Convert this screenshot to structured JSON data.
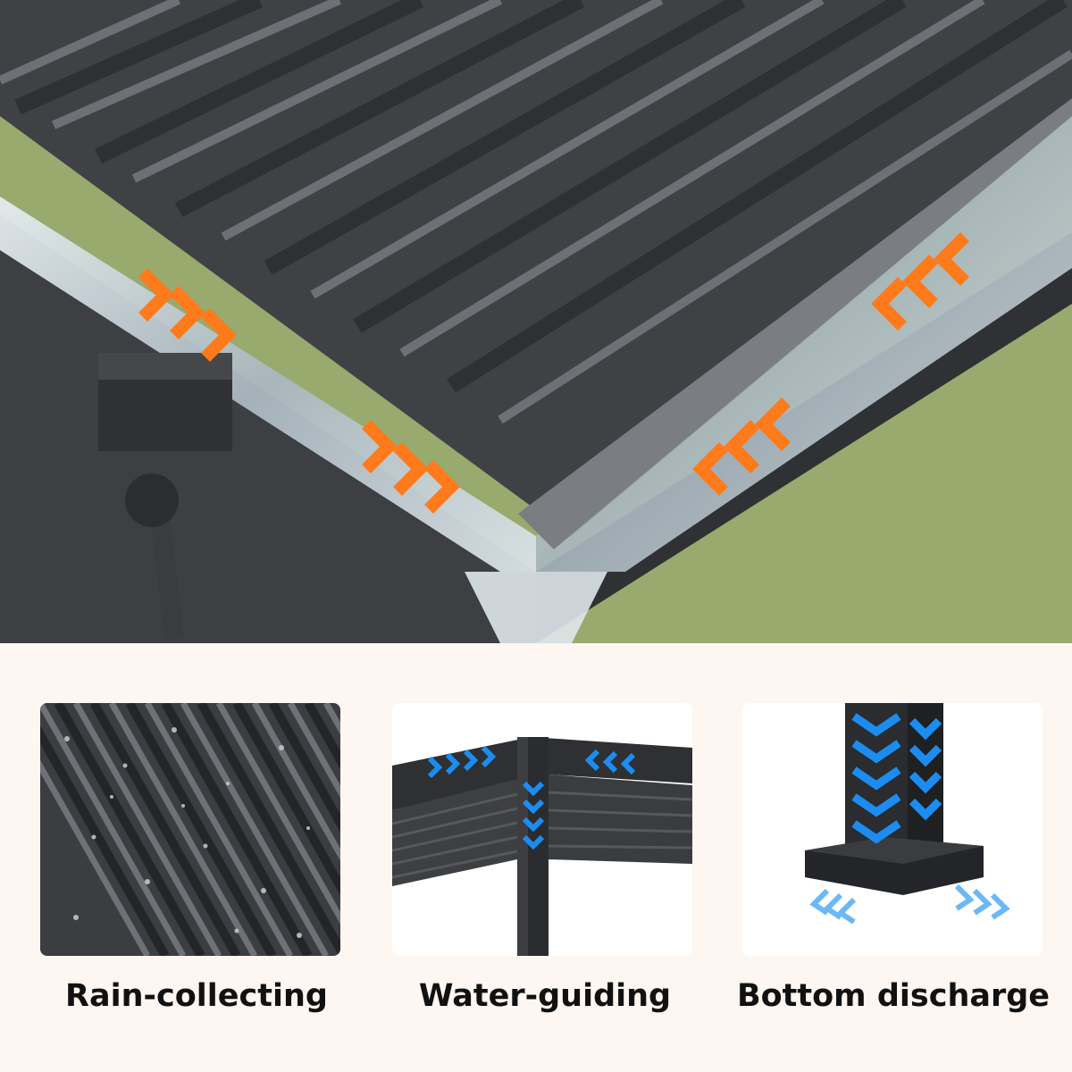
{
  "hero": {
    "subject": "pergola louvered roof corner with rain gutter",
    "icons": [
      "orange-chevron-arrows-icon"
    ],
    "colors": {
      "background_grass": "#98aa6e",
      "frame": "#4a4c50",
      "arrow": "#ff7a1a",
      "water": "#c9d4da"
    }
  },
  "features": [
    {
      "label": "Rain-collecting",
      "icon": "wet-louver-texture-icon"
    },
    {
      "label": "Water-guiding",
      "icon": "blue-chevron-arrows-icon"
    },
    {
      "label": "Bottom discharge",
      "icon": "post-base-discharge-icon"
    }
  ],
  "colors": {
    "page_background": "#fdf6f1",
    "accent_blue": "#1c8cf0",
    "caption_text": "#111111"
  }
}
